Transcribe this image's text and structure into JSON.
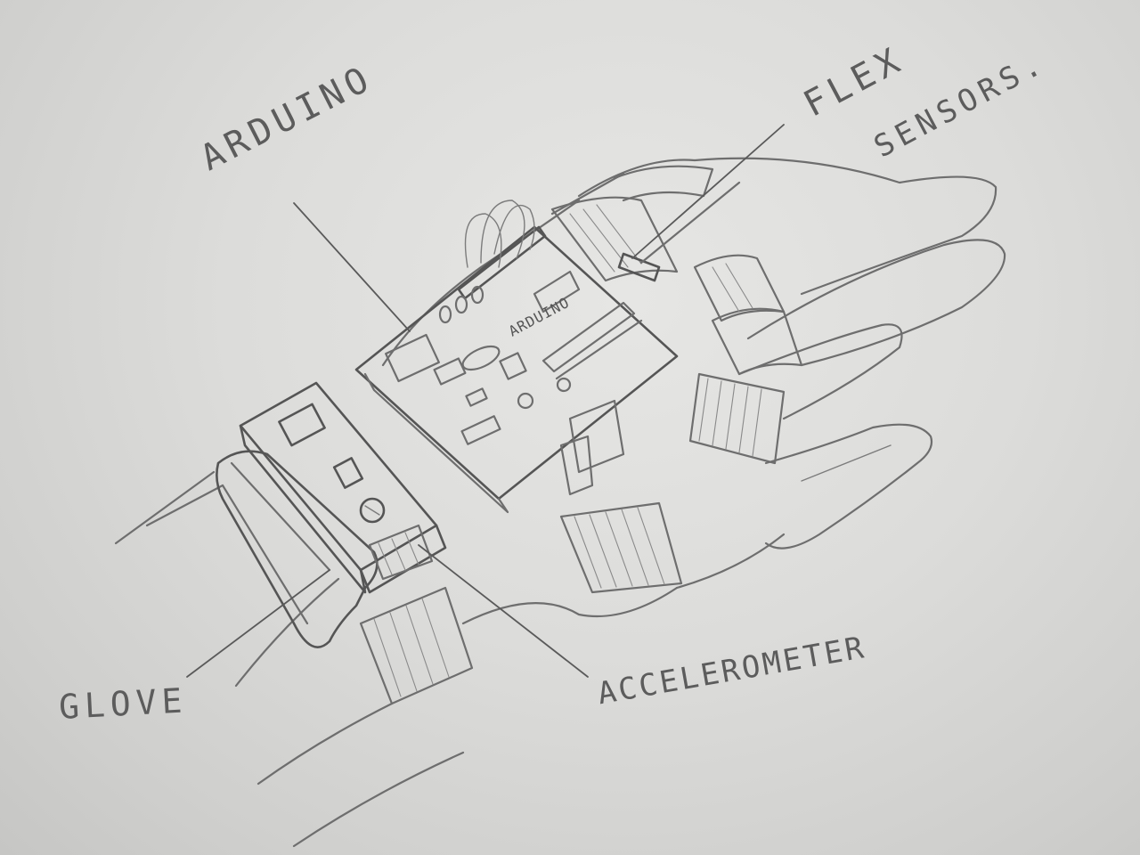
{
  "labels": {
    "arduino": "ARDUINO",
    "flex": "FLEX",
    "sensors": "SENSORS.",
    "glove": "GLOVE",
    "accelerometer": "ACCELEROMETER"
  },
  "board_marking": "ARDUINO",
  "colors": {
    "paper": "#dcdcda",
    "pencil": "#6e6e6e"
  }
}
